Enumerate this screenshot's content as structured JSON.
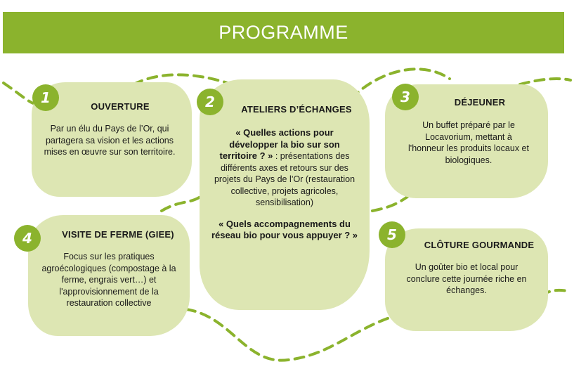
{
  "header": {
    "title": "PROGRAMME"
  },
  "colors": {
    "accent": "#8bb32d",
    "card": "#dde6b3",
    "text": "#1a1a1a"
  },
  "steps": [
    {
      "number": "1",
      "title": "OUVERTURE",
      "text": "Par un élu du Pays de l’Or, qui partagera sa vision et les actions mises en œuvre sur son territoire."
    },
    {
      "number": "2",
      "title": "ATELIERS D’ÉCHANGES",
      "question1": "« Quelles actions pour développer la bio sur son territoire ? »",
      "text": " : présentations des différents axes et retours sur des projets du Pays de l’Or (restauration collective, projets agricoles, sensibilisation)",
      "question2": "« Quels accompagnements du réseau bio pour vous appuyer ? »"
    },
    {
      "number": "3",
      "title": "DÉJEUNER",
      "text": "Un buffet préparé par le Locavorium, mettant à l'honneur les produits locaux et biologiques."
    },
    {
      "number": "4",
      "title": "VISITE DE FERME (GIEE)",
      "text": "Focus sur les pratiques agroécologiques (compostage à la ferme, engrais vert…) et l'approvisionnement de la restauration collective"
    },
    {
      "number": "5",
      "title": "CLÔTURE GOURMANDE",
      "text": "Un goûter bio et local pour conclure cette journée riche en échanges."
    }
  ]
}
